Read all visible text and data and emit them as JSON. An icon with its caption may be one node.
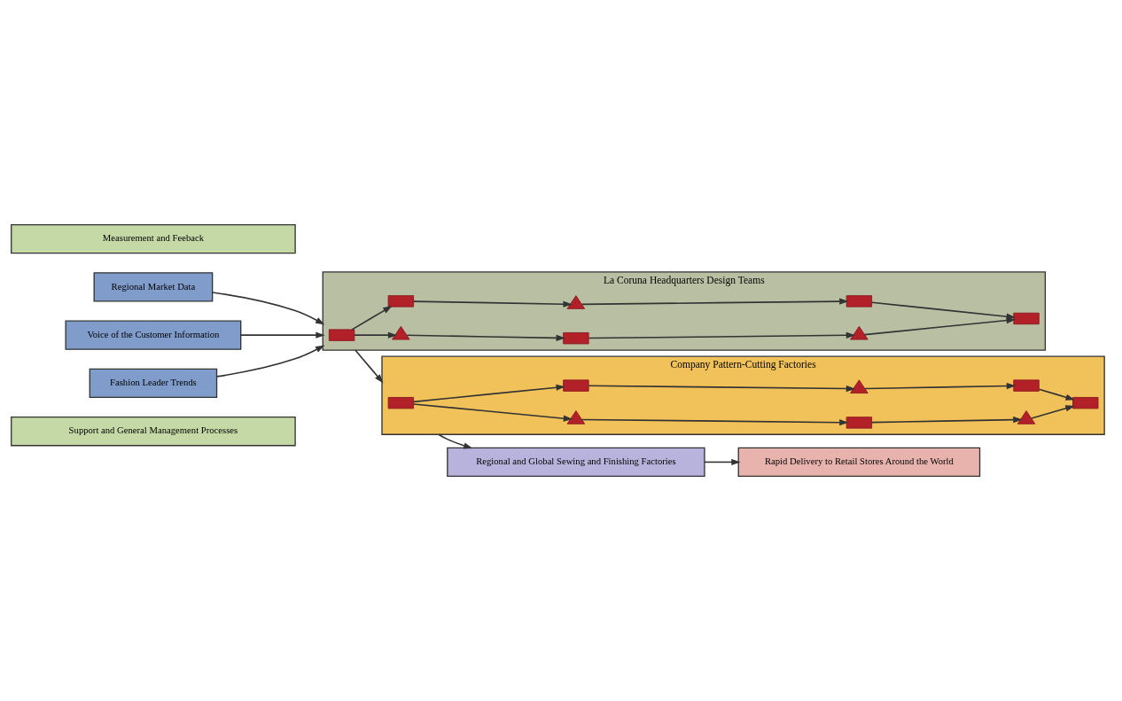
{
  "diagram": {
    "nodes": [
      {
        "text": [
          "Support and General Management Processes"
        ]
      },
      {
        "text": [
          "Regional Market Data"
        ]
      },
      {
        "text": [
          "Voice of the Customer Information"
        ]
      },
      {
        "text": [
          "Fashion Leader Trends"
        ]
      },
      {
        "text": [
          "La Coruna Headquarters Design Teams"
        ]
      },
      {
        "text": [],
        "shape": "box",
        "in": 4
      },
      {
        "text": [],
        "shape": "triangle",
        "in": 4
      },
      {
        "text": [],
        "shape": "box",
        "in": 4
      },
      {
        "text": [],
        "shape": "triangle",
        "in": 4
      },
      {
        "text": [],
        "shape": "box",
        "in": 4
      },
      {
        "text": [],
        "shape": "box",
        "in": 4
      },
      {
        "text": [],
        "shape": "triangle",
        "in": 4
      },
      {
        "text": [],
        "shape": "box",
        "in": 4
      },
      {
        "text": [
          "Company Pattern-Cutting Factories"
        ]
      },
      {
        "text": [],
        "shape": "box",
        "in": 13
      },
      {
        "text": [],
        "shape": "triangle",
        "in": 13
      },
      {
        "text": [],
        "shape": "box",
        "in": 13
      },
      {
        "text": [],
        "shape": "triangle",
        "in": 13
      },
      {
        "text": [],
        "shape": "box",
        "in": 13
      },
      {
        "text": [],
        "shape": "box",
        "in": 13
      },
      {
        "text": [],
        "shape": "triangle",
        "in": 13
      },
      {
        "text": [],
        "shape": "box",
        "in": 13
      },
      {
        "text": [
          "Regional and Global Sewing and Finishing Factories"
        ]
      },
      {
        "text": [
          "Rapid Delivery to Retail Stores Around the World"
        ]
      },
      {
        "text": [
          "Measurement and Feeback"
        ]
      }
    ],
    "edges": [
      {
        "from": 1,
        "to": 4,
        "arrow": "to"
      },
      {
        "from": 2,
        "to": 4,
        "arrow": "to"
      },
      {
        "from": 3,
        "to": 4,
        "arrow": "to"
      },
      {
        "from": 5,
        "to": 6,
        "arrow": "to"
      },
      {
        "from": 6,
        "to": 7,
        "arrow": "to"
      },
      {
        "from": 7,
        "to": 8,
        "arrow": "to"
      },
      {
        "from": 8,
        "to": 9,
        "arrow": "to"
      },
      {
        "from": 5,
        "to": 10,
        "arrow": "to"
      },
      {
        "from": 10,
        "to": 11,
        "arrow": "to"
      },
      {
        "from": 11,
        "to": 12,
        "arrow": "to"
      },
      {
        "from": 12,
        "to": 9,
        "arrow": "to"
      },
      {
        "from": 4,
        "to": 13,
        "arrow": "to"
      },
      {
        "from": 14,
        "to": 15,
        "arrow": "to"
      },
      {
        "from": 15,
        "to": 16,
        "arrow": "to"
      },
      {
        "from": 16,
        "to": 17,
        "arrow": "to"
      },
      {
        "from": 17,
        "to": 18,
        "arrow": "to"
      },
      {
        "from": 14,
        "to": 19,
        "arrow": "to"
      },
      {
        "from": 19,
        "to": 20,
        "arrow": "to"
      },
      {
        "from": 20,
        "to": 21,
        "arrow": "to"
      },
      {
        "from": 21,
        "to": 18,
        "arrow": "to"
      },
      {
        "from": 13,
        "to": 22,
        "arrow": "to"
      },
      {
        "from": 22,
        "to": 23,
        "arrow": "to"
      }
    ]
  }
}
